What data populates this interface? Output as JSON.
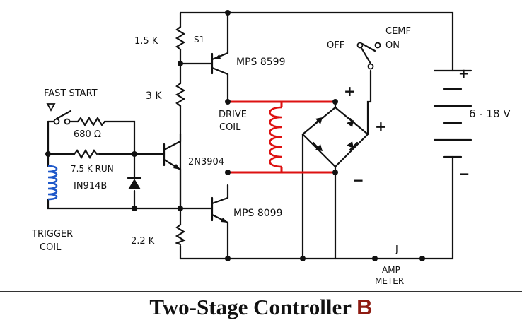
{
  "title": "Two-Stage Controller",
  "title_suffix": "B",
  "colors": {
    "coil": "#d11111",
    "trigger_coil": "#1d57c9",
    "suffix": "#8e1b12"
  },
  "labels": {
    "r_top": "1.5 K",
    "s1": "S1",
    "q_top": "MPS 8599",
    "switch_off": "OFF",
    "switch_cemf": "CEMF",
    "switch_on": "ON",
    "fast_start": "FAST START",
    "r_3k": "3 K",
    "drive_coil_1": "DRIVE",
    "drive_coil_2": "COIL",
    "bridge_plus": "+",
    "bridge_out_plus": "+",
    "bridge_minus": "−",
    "battery_plus": "+",
    "battery_minus": "−",
    "battery_voltage": "6 - 18 V",
    "r_680": "680 Ω",
    "r_75k": "7.5 K RUN",
    "q_mid": "2N3904",
    "diode": "IN914B",
    "q_bot": "MPS 8099",
    "trigger_1": "TRIGGER",
    "trigger_2": "COIL",
    "r_22k": "2.2 K",
    "jumper": "J",
    "amp_1": "AMP",
    "amp_2": "METER"
  }
}
